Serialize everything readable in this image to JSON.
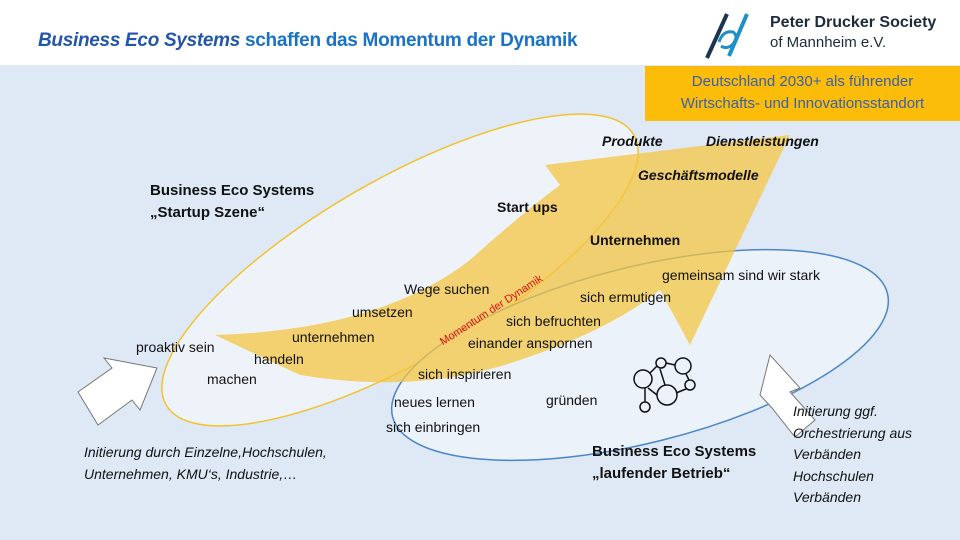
{
  "header": {
    "title_italic": "Business Eco Systems",
    "title_rest": " schaffen das Momentum der Dynamik",
    "org_line1": "Peter Drucker Society",
    "org_line2": "of Mannheim e.V."
  },
  "goal": {
    "line1": "Deutschland 2030+ als führender",
    "line2": "Wirtschafts- und Innovationsstandort"
  },
  "outcomes": {
    "produkte": "Produkte",
    "dienstleistungen": "Dienstleistungen",
    "geschaeftsmodelle": "Geschäftsmodelle",
    "startups": "Start ups",
    "unternehmen": "Unternehmen"
  },
  "startup": {
    "title1": "Business Eco Systems",
    "title2": "„Startup Szene“"
  },
  "betrieb": {
    "title1": "Business Eco Systems",
    "title2": "„laufender Betrieb“"
  },
  "arrow_label": "Momentum der Dynamik",
  "verbs": [
    "proaktiv sein",
    "machen",
    "handeln",
    "unternehmen",
    "umsetzen",
    "Wege suchen",
    "gemeinsam sind wir stark",
    "sich ermutigen",
    "sich befruchten",
    "einander anspornen",
    "sich inspirieren",
    "neues lernen",
    "sich einbringen",
    "gründen"
  ],
  "initiation_left": {
    "line1": "Initierung durch Einzelne,Hochschulen,",
    "line2": "Unternehmen, KMU‘s, Industrie,…"
  },
  "initiation_right": [
    "Initierung ggf.",
    "Orchestrierung aus",
    "Verbänden",
    "Hochschulen",
    "Verbänden"
  ]
}
